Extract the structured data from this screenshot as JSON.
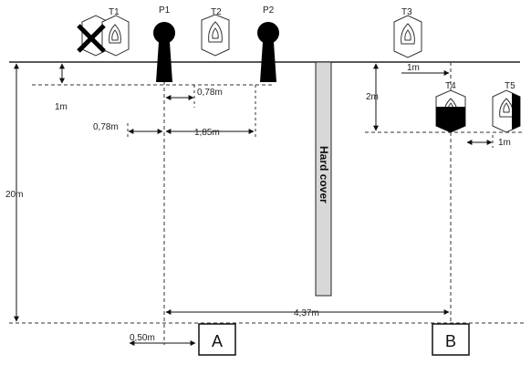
{
  "targets": {
    "t1": "T1",
    "t2": "T2",
    "t3": "T3",
    "t4": "T4",
    "t5": "T5"
  },
  "poppers": {
    "p1": "P1",
    "p2": "P2"
  },
  "hard_cover": "Hard cover",
  "positions": {
    "a": "A",
    "b": "B"
  },
  "dimensions": {
    "d_1m_left": "1m",
    "d_078m_upper": "0,78m",
    "d_078m_lower": "0,78m",
    "d_185m": "1,85m",
    "d_20m": "20m",
    "d_1m_t3": "1m",
    "d_2m": "2m",
    "d_1m_t5": "1m",
    "d_437m": "4,37m",
    "d_050m": "0,50m"
  }
}
